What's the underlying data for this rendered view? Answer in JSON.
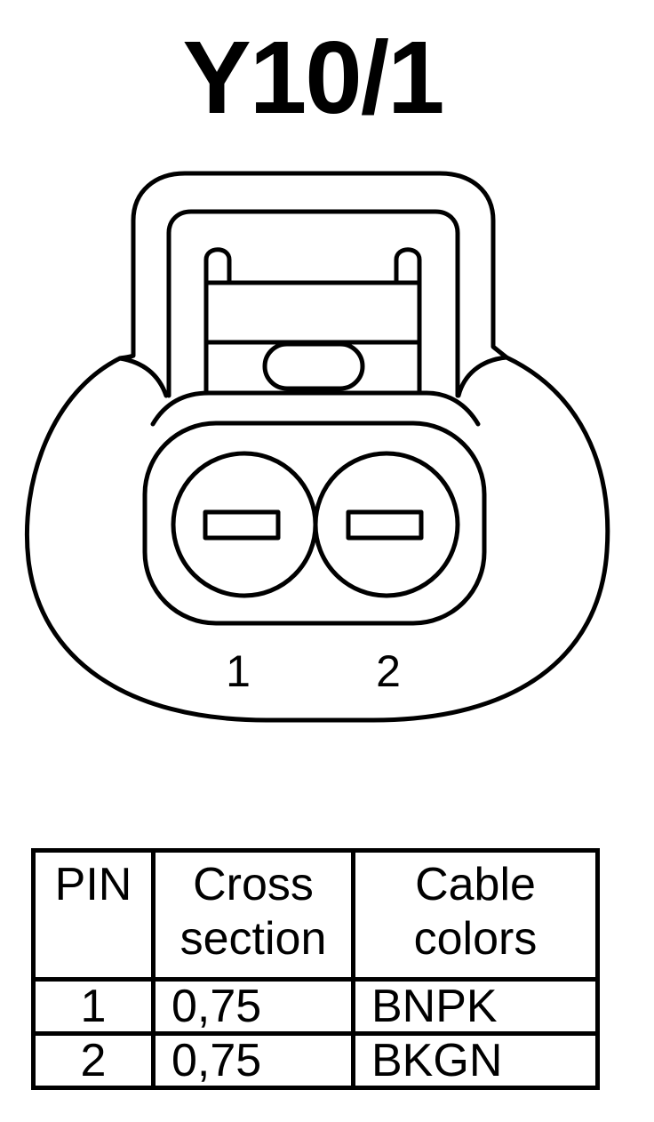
{
  "title": "Y10/1",
  "connector": {
    "pin_labels": [
      "1",
      "2"
    ]
  },
  "table": {
    "headers": {
      "pin": "PIN",
      "cross_section": [
        "Cross",
        "section"
      ],
      "cable_colors": [
        "Cable",
        "colors"
      ]
    },
    "rows": [
      {
        "pin": "1",
        "cross_section": "0,75",
        "cable_color": "BNPK"
      },
      {
        "pin": "2",
        "cross_section": "0,75",
        "cable_color": "BKGN"
      }
    ]
  }
}
